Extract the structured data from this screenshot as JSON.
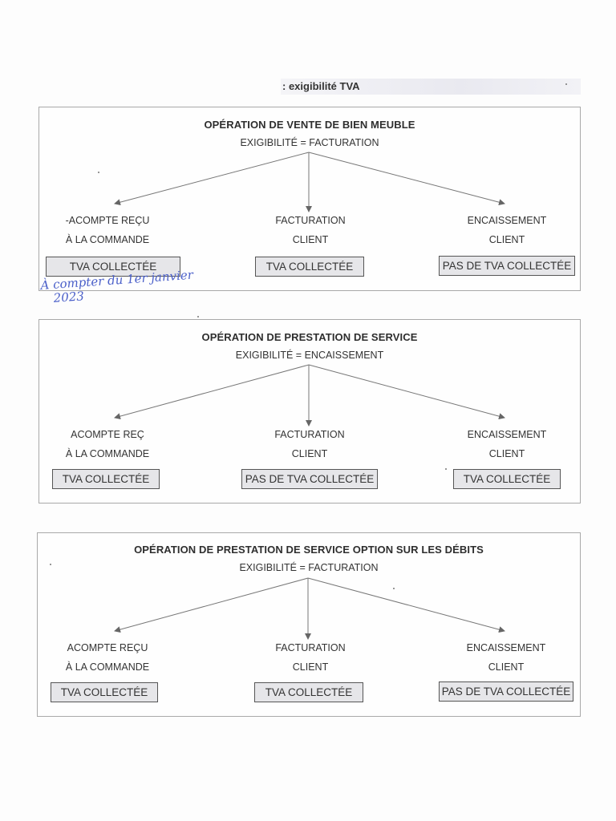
{
  "header": {
    "title": ": exigibilité TVA"
  },
  "panels": [
    {
      "title": "OPÉRATION DE VENTE DE BIEN MEUBLE",
      "subtitle": "EXIGIBILITÉ = FACTURATION",
      "left": {
        "line1": "-ACOMPTE REÇU",
        "line2": "À LA COMMANDE",
        "tag": "TVA COLLECTÉE"
      },
      "mid": {
        "line1": "FACTURATION",
        "line2": "CLIENT",
        "tag": "TVA COLLECTÉE"
      },
      "right": {
        "line1": "ENCAISSEMENT",
        "line2": "CLIENT",
        "tag": "PAS DE TVA COLLECTÉE"
      }
    },
    {
      "title": "OPÉRATION DE PRESTATION DE SERVICE",
      "subtitle": "EXIGIBILITÉ = ENCAISSEMENT",
      "left": {
        "line1": "ACOMPTE REÇ",
        "line2": "À  LA COMMANDE",
        "tag": "TVA COLLECTÉE"
      },
      "mid": {
        "line1": "FACTURATION",
        "line2": "CLIENT",
        "tag": "PAS DE TVA COLLECTÉE"
      },
      "right": {
        "line1": "ENCAISSEMENT",
        "line2": "CLIENT",
        "tag": "TVA COLLECTÉE"
      }
    },
    {
      "title": "OPÉRATION DE PRESTATION DE SERVICE OPTION SUR LES DÉBITS",
      "subtitle": "EXIGIBILITÉ = FACTURATION",
      "left": {
        "line1": "ACOMPTE REÇU",
        "line2": "À  LA COMMANDE",
        "tag": "TVA COLLECTÉE"
      },
      "mid": {
        "line1": "FACTURATION",
        "line2": "CLIENT",
        "tag": "TVA COLLECTÉE"
      },
      "right": {
        "line1": "ENCAISSEMENT",
        "line2": "CLIENT",
        "tag": "PAS DE TVA COLLECTÉE"
      }
    }
  ],
  "annotation": {
    "line1": "À compter du 1er janvier",
    "line2": "2023"
  },
  "colors": {
    "ink": "#4a5fc9",
    "tag_fill": "#e6e6e9",
    "border": "#a9a9a9"
  }
}
